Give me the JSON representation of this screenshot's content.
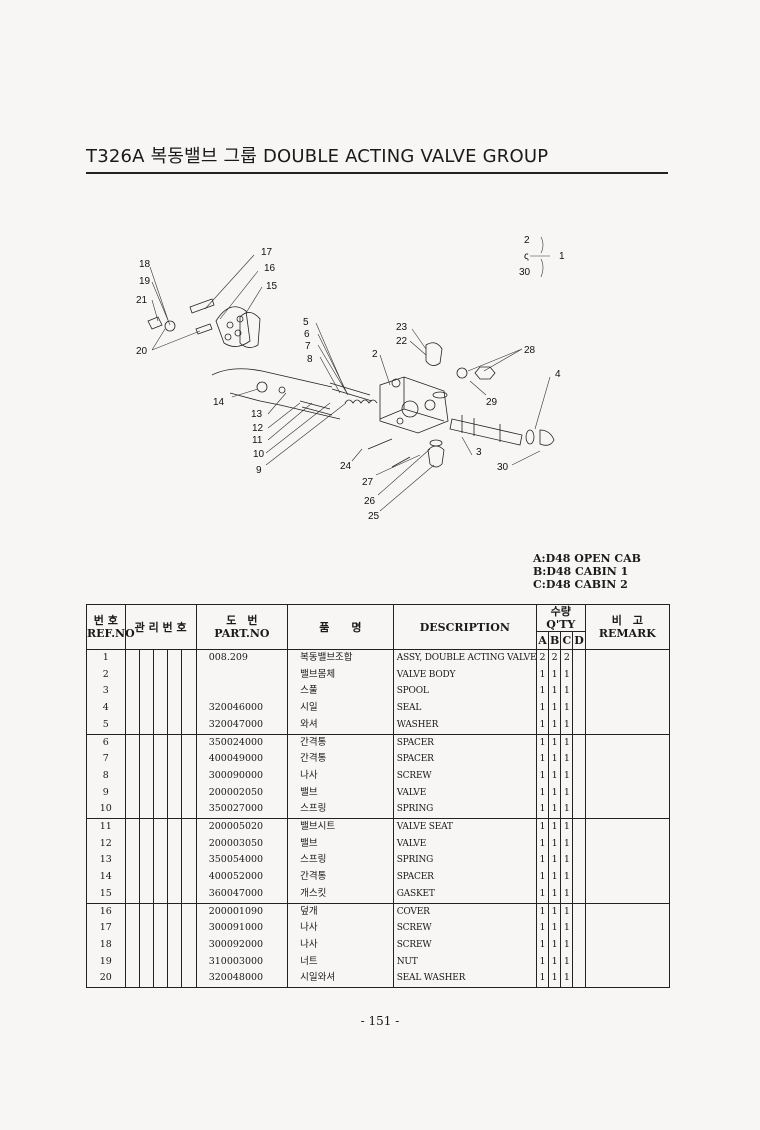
{
  "header": {
    "title": "T326A 복동밸브 그룹 DOUBLE ACTING VALVE GROUP"
  },
  "diagram": {
    "callouts": [
      "1",
      "2",
      "3",
      "4",
      "5",
      "6",
      "7",
      "8",
      "9",
      "10",
      "11",
      "12",
      "13",
      "14",
      "15",
      "16",
      "17",
      "18",
      "19",
      "20",
      "21",
      "22",
      "23",
      "24",
      "25",
      "26",
      "27",
      "28",
      "29",
      "30"
    ],
    "range_top": "2",
    "range_bottom": "30",
    "range_tilde": "ς"
  },
  "legend": [
    "A:D48 OPEN CAB",
    "B:D48 CABIN 1",
    "C:D48 CABIN 2"
  ],
  "table": {
    "headers": {
      "ref_kr": "번 호",
      "ref_en": "REF.NO",
      "mgmt_kr": "관 리 번 호",
      "part_kr": "도　번",
      "part_en": "PART.NO",
      "name_kr": "품　　명",
      "desc": "DESCRIPTION",
      "qty": "수량 Q'TY",
      "qa": "A",
      "qb": "B",
      "qc": "C",
      "qd": "D",
      "remark_kr": "비　고",
      "remark_en": "REMARK"
    },
    "rows": [
      {
        "ref": "1",
        "part": "008.209",
        "name": "복동밸브조합",
        "desc": "ASSY, DOUBLE ACTING VALVE",
        "a": "2",
        "b": "2",
        "c": "2",
        "d": ""
      },
      {
        "ref": "2",
        "part": "",
        "name": "밸브몸체",
        "desc": "VALVE BODY",
        "a": "1",
        "b": "1",
        "c": "1",
        "d": ""
      },
      {
        "ref": "3",
        "part": "",
        "name": "스풀",
        "desc": "SPOOL",
        "a": "1",
        "b": "1",
        "c": "1",
        "d": ""
      },
      {
        "ref": "4",
        "part": "320046000",
        "name": "시일",
        "desc": "SEAL",
        "a": "1",
        "b": "1",
        "c": "1",
        "d": ""
      },
      {
        "ref": "5",
        "part": "320047000",
        "name": "와셔",
        "desc": "WASHER",
        "a": "1",
        "b": "1",
        "c": "1",
        "d": ""
      },
      {
        "ref": "6",
        "part": "350024000",
        "name": "간격통",
        "desc": "SPACER",
        "a": "1",
        "b": "1",
        "c": "1",
        "d": ""
      },
      {
        "ref": "7",
        "part": "400049000",
        "name": "간격통",
        "desc": "SPACER",
        "a": "1",
        "b": "1",
        "c": "1",
        "d": ""
      },
      {
        "ref": "8",
        "part": "300090000",
        "name": "나사",
        "desc": "SCREW",
        "a": "1",
        "b": "1",
        "c": "1",
        "d": ""
      },
      {
        "ref": "9",
        "part": "200002050",
        "name": "밸브",
        "desc": "VALVE",
        "a": "1",
        "b": "1",
        "c": "1",
        "d": ""
      },
      {
        "ref": "10",
        "part": "350027000",
        "name": "스프링",
        "desc": "SPRING",
        "a": "1",
        "b": "1",
        "c": "1",
        "d": ""
      },
      {
        "ref": "11",
        "part": "200005020",
        "name": "밸브시트",
        "desc": "VALVE SEAT",
        "a": "1",
        "b": "1",
        "c": "1",
        "d": ""
      },
      {
        "ref": "12",
        "part": "200003050",
        "name": "밸브",
        "desc": "VALVE",
        "a": "1",
        "b": "1",
        "c": "1",
        "d": ""
      },
      {
        "ref": "13",
        "part": "350054000",
        "name": "스프링",
        "desc": "SPRING",
        "a": "1",
        "b": "1",
        "c": "1",
        "d": ""
      },
      {
        "ref": "14",
        "part": "400052000",
        "name": "간격통",
        "desc": "SPACER",
        "a": "1",
        "b": "1",
        "c": "1",
        "d": ""
      },
      {
        "ref": "15",
        "part": "360047000",
        "name": "개스킷",
        "desc": "GASKET",
        "a": "1",
        "b": "1",
        "c": "1",
        "d": ""
      },
      {
        "ref": "16",
        "part": "200001090",
        "name": "덮개",
        "desc": "COVER",
        "a": "1",
        "b": "1",
        "c": "1",
        "d": ""
      },
      {
        "ref": "17",
        "part": "300091000",
        "name": "나사",
        "desc": "SCREW",
        "a": "1",
        "b": "1",
        "c": "1",
        "d": ""
      },
      {
        "ref": "18",
        "part": "300092000",
        "name": "나사",
        "desc": "SCREW",
        "a": "1",
        "b": "1",
        "c": "1",
        "d": ""
      },
      {
        "ref": "19",
        "part": "310003000",
        "name": "너트",
        "desc": "NUT",
        "a": "1",
        "b": "1",
        "c": "1",
        "d": ""
      },
      {
        "ref": "20",
        "part": "320048000",
        "name": "시일와셔",
        "desc": "SEAL WASHER",
        "a": "1",
        "b": "1",
        "c": "1",
        "d": ""
      }
    ]
  },
  "footer": {
    "page": "- 151 -"
  }
}
